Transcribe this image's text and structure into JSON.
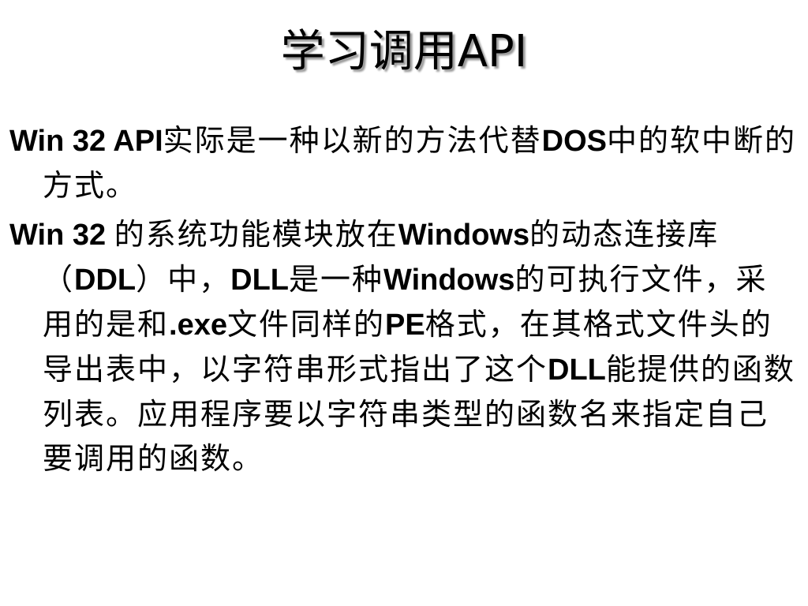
{
  "title": "学习调用API",
  "paragraphs": [
    {
      "runs": [
        {
          "text": "Win 32 API",
          "bold": true
        },
        {
          "text": "实际是一种以新的方法代替",
          "bold": false
        },
        {
          "text": "DOS",
          "bold": true
        },
        {
          "text": "中的软中断的方式。",
          "bold": false
        }
      ]
    },
    {
      "runs": [
        {
          "text": "Win 32 ",
          "bold": true
        },
        {
          "text": "的系统功能模块放在",
          "bold": false
        },
        {
          "text": "Windows",
          "bold": true
        },
        {
          "text": "的动态连接库（",
          "bold": false
        },
        {
          "text": "DDL",
          "bold": true
        },
        {
          "text": "）中，",
          "bold": false
        },
        {
          "text": "DLL",
          "bold": true
        },
        {
          "text": "是一种",
          "bold": false
        },
        {
          "text": "Windows",
          "bold": true
        },
        {
          "text": "的可执行文件，采用的是和",
          "bold": false
        },
        {
          "text": ".exe",
          "bold": true
        },
        {
          "text": "文件同样的",
          "bold": false
        },
        {
          "text": "PE",
          "bold": true
        },
        {
          "text": "格式，在其格式文件头的导出表中，以字符串形式指出了这个",
          "bold": false
        },
        {
          "text": "DLL",
          "bold": true
        },
        {
          "text": "能提供的函数列表。应用程序要以字符串类型的函数名来指定自己要调用的函数。",
          "bold": false
        }
      ]
    }
  ]
}
